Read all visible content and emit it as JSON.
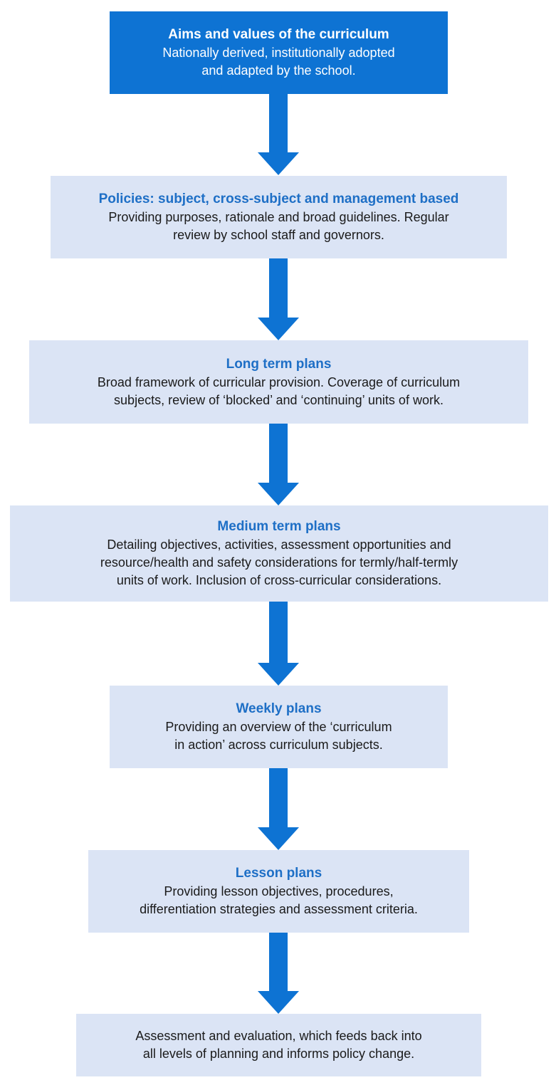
{
  "colors": {
    "primary_box": "#0e73d3",
    "light_box": "#dbe4f5",
    "title_text": "#1e6fc6",
    "body_text": "#1a1a1a",
    "arrow": "#0e73d3"
  },
  "boxes": [
    {
      "title": "Aims and values of the curriculum",
      "desc": "Nationally derived, institutionally adopted\nand adapted by the school."
    },
    {
      "title": "Policies: subject, cross-subject and management based",
      "desc": "Providing purposes, rationale and broad guidelines. Regular\nreview by school staff and governors."
    },
    {
      "title": "Long term plans",
      "desc": "Broad framework of curricular provision. Coverage of curriculum\nsubjects, review of ‘blocked’ and ‘continuing’ units of work."
    },
    {
      "title": "Medium term plans",
      "desc": "Detailing objectives, activities, assessment opportunities and\nresource/health and safety considerations for termly/half-termly\nunits of work. Inclusion of cross-curricular considerations."
    },
    {
      "title": "Weekly plans",
      "desc": "Providing an overview of the ‘curriculum\nin action’ across curriculum subjects."
    },
    {
      "title": "Lesson plans",
      "desc": "Providing lesson objectives, procedures,\ndifferentiation strategies and assessment criteria."
    },
    {
      "title": "",
      "desc": "Assessment and evaluation, which feeds back into\nall levels of planning and informs policy change."
    }
  ]
}
